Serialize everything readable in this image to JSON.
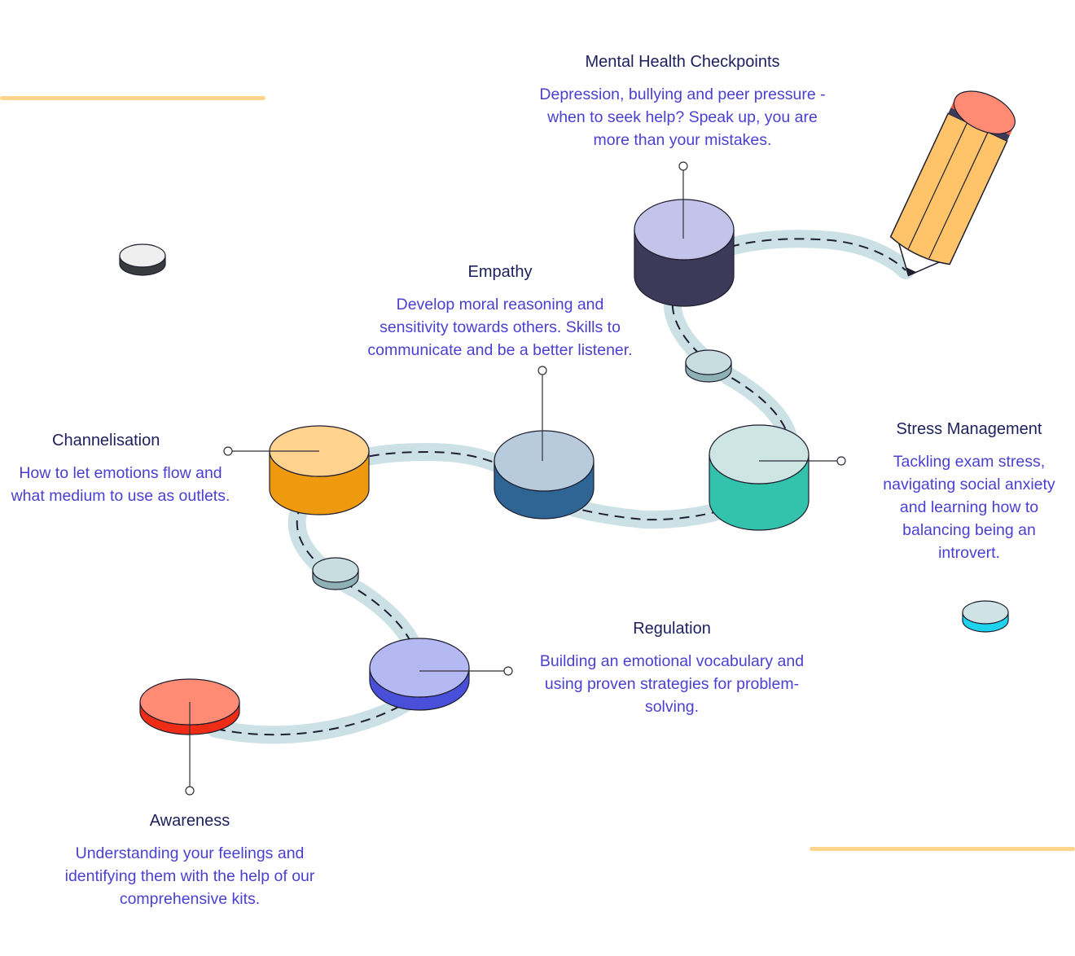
{
  "colors": {
    "road": "#cce1e6",
    "dash": "#202033",
    "title": "#1d1f5c",
    "description": "#4b3fd1",
    "accent_line": "#ffd58e",
    "leader": "#2f2f3a"
  },
  "milestones": [
    {
      "id": "awareness",
      "title": "Awareness",
      "description": "Understanding your feelings and identifying them with the help of our comprehensive kits.",
      "top": "#ff8b75",
      "side": "#ef2d16"
    },
    {
      "id": "regulation",
      "title": "Regulation",
      "description": "Building an emotional vocabulary and using proven strategies for problem-solving.",
      "top": "#b5b9f3",
      "side": "#4a4fd9"
    },
    {
      "id": "channelisation",
      "title": "Channelisation",
      "description": "How to let emotions flow and what medium to use as outlets.",
      "top": "#ffd28e",
      "side": "#ef9a0e"
    },
    {
      "id": "empathy",
      "title": "Empathy",
      "description": "Develop moral reasoning and sensitivity towards others. Skills to communicate and be a better listener.",
      "top": "#b8cbdd",
      "side": "#2f6595"
    },
    {
      "id": "stress",
      "title": "Stress Management",
      "description": "Tackling exam stress, navigating social anxiety and learning how to balancing being an introvert.",
      "top": "#cde6e4",
      "side": "#33c2ac"
    },
    {
      "id": "mental_health",
      "title": "Mental Health Checkpoints",
      "description": "Depression, bullying and peer pressure - when to seek help? Speak up, you are more than your mistakes.",
      "top": "#c4c3ea",
      "side": "#3c3a58"
    }
  ],
  "pebbles": [
    {
      "id": "pebble-white",
      "top": "#efefef",
      "side": "#383b3d"
    },
    {
      "id": "pebble-cyan",
      "top": "#cfe2e5",
      "side": "#1ed3ee"
    },
    {
      "id": "pebble-road-lower",
      "top": "#c8dde0",
      "side": "#8fb1b6"
    },
    {
      "id": "pebble-road-upper",
      "top": "#c8dde0",
      "side": "#8fb1b6"
    }
  ],
  "pencil": {
    "body": "#ffc469",
    "eraser_top": "#ff8b75",
    "eraser_side": "#ef5a42",
    "band": "#3c3a58",
    "tip": "#ffffff",
    "lead": "#1d1d2e"
  }
}
